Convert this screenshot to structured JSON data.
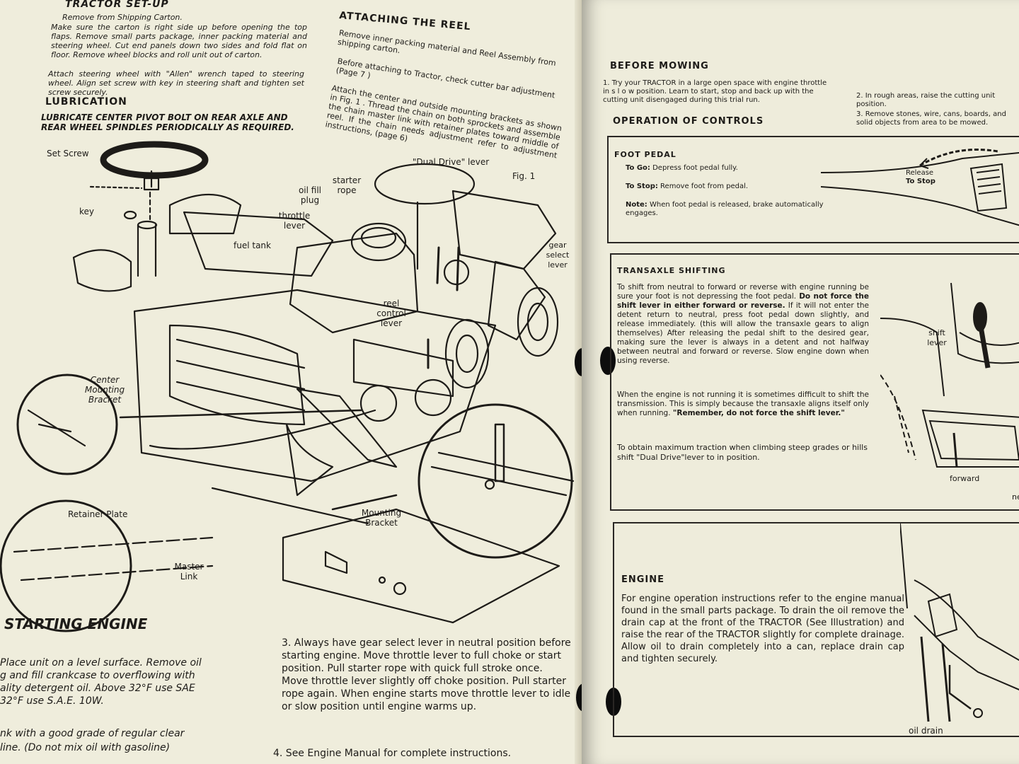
{
  "left": {
    "tractor_setup": {
      "heading": "TRACTOR SET-UP",
      "subheading": "Remove from Shipping Carton.",
      "para1": "Make sure the carton is right side up before opening the top flaps. Remove small parts package, inner packing material and steering wheel. Cut end panels down two sides and fold flat on floor. Remove wheel blocks and roll unit out of carton.",
      "para2": "Attach steering wheel with \"Allen\" wrench taped to steering wheel. Align set screw with key in steering shaft and tighten set screw securely."
    },
    "lubrication": {
      "heading": "LUBRICATION",
      "text": "LUBRICATE CENTER PIVOT BOLT ON REAR AXLE AND REAR WHEEL SPINDLES PERIODICALLY AS REQUIRED."
    },
    "attaching_reel": {
      "heading": "ATTACHING THE REEL",
      "para1": "Remove inner packing material and Reel Assembly from shipping carton.",
      "para2": "Before attaching to Tractor, check cutter bar adjustment (Page 7 )",
      "para3": "Attach the center and outside mounting brackets as shown in Fig. 1 . Thread the chain on both sprockets and assemble the chain master link with retainer plates toward middle of reel. If the chain needs adjustment refer to adjustment instructions, (page 6)"
    },
    "labels": {
      "set_screw": "Set Screw",
      "key": "key",
      "dual_drive": "\"Dual Drive\" lever",
      "fig": "Fig. 1",
      "starter_rope": "starter rope",
      "oil_fill": "oil fill plug",
      "throttle": "throttle lever",
      "fuel_tank": "fuel tank",
      "gear_select": "gear select lever",
      "reel_control": "reel control lever",
      "center_bracket": "Center Mounting Bracket",
      "retainer_plate": "Retainer Plate",
      "master_link": "Master Link",
      "mounting_bracket": "Mounting Bracket"
    },
    "starting_engine": {
      "heading": "STARTING ENGINE",
      "line1": "Place unit on a level surface. Remove oil",
      "line2": "g and fill crankcase to overflowing with",
      "line3": "ality detergent oil. Above 32°F use SAE",
      "line4": "32°F use S.A.E. 10W.",
      "line5": "nk with a good grade of regular clear",
      "line6": "line. (Do not mix oil with gasoline)"
    },
    "step3": "3. Always have gear select lever in neutral position before starting engine. Move throttle lever to full choke or start position. Pull starter rope with quick full stroke once. Move throttle lever slightly off choke position. Pull starter rope again. When engine starts move throttle lever to idle or slow position until engine warms up.",
    "step4": "4. See Engine Manual for complete instructions."
  },
  "right": {
    "before_mowing": {
      "heading": "BEFORE MOWING",
      "item1": "1. Try your TRACTOR in a large open space with engine throttle in s l o w position. Learn to start, stop and back up with the cutting unit disengaged during this trial run.",
      "item2": "2. In rough areas, raise the  cutting unit position.",
      "item3": "3. Remove stones, wire, cans, boards, and solid objects from area to be mowed."
    },
    "operation_heading": "OPERATION OF CONTROLS",
    "foot_pedal": {
      "heading": "FOOT PEDAL",
      "go_label": "To Go:",
      "go_text": "Depress foot pedal fully.",
      "stop_label": "To Stop:",
      "stop_text": "Remove foot from pedal.",
      "note_label": "Note:",
      "note_text": "When foot pedal is released, brake automatically engages.",
      "release_label": "Release",
      "to_stop_label": "To Stop"
    },
    "transaxle": {
      "heading": "TRANSAXLE SHIFTING",
      "para1_a": "To shift from neutral to forward or reverse with engine running be sure your foot is not depressing the foot pedal. ",
      "para1_b": "Do not force the shift lever in either forward or reverse.",
      "para1_c": " If it will not enter the detent return to neutral, press foot pedal down slightly, and release immediately. (this will allow the transaxle gears to align themselves) After releasing the pedal shift to the desired gear, making sure the lever is always in a detent and not halfway between neutral and forward or reverse. Slow engine down when using reverse.",
      "para2_a": "When the engine is not running it is sometimes difficult to shift the transmission. This is simply because the transaxle aligns itself only when running. ",
      "para2_b": "\"Remember, do not force the shift lever.\"",
      "para3": "To obtain maximum traction when climbing steep grades or hills shift \"Dual Drive\"lever to in position.",
      "shift_lever": "shift lever",
      "forward": "forward",
      "ne": "ne"
    },
    "engine": {
      "heading": "ENGINE",
      "text": "For engine operation instructions refer to the engine manual found in the small parts package. To drain the oil remove the drain cap at the front of the TRACTOR (See Illustration) and raise the rear of the TRACTOR slightly for complete drainage. Allow oil to drain completely into a can, replace drain cap and tighten securely.",
      "oil_drain": "oil drain"
    }
  }
}
